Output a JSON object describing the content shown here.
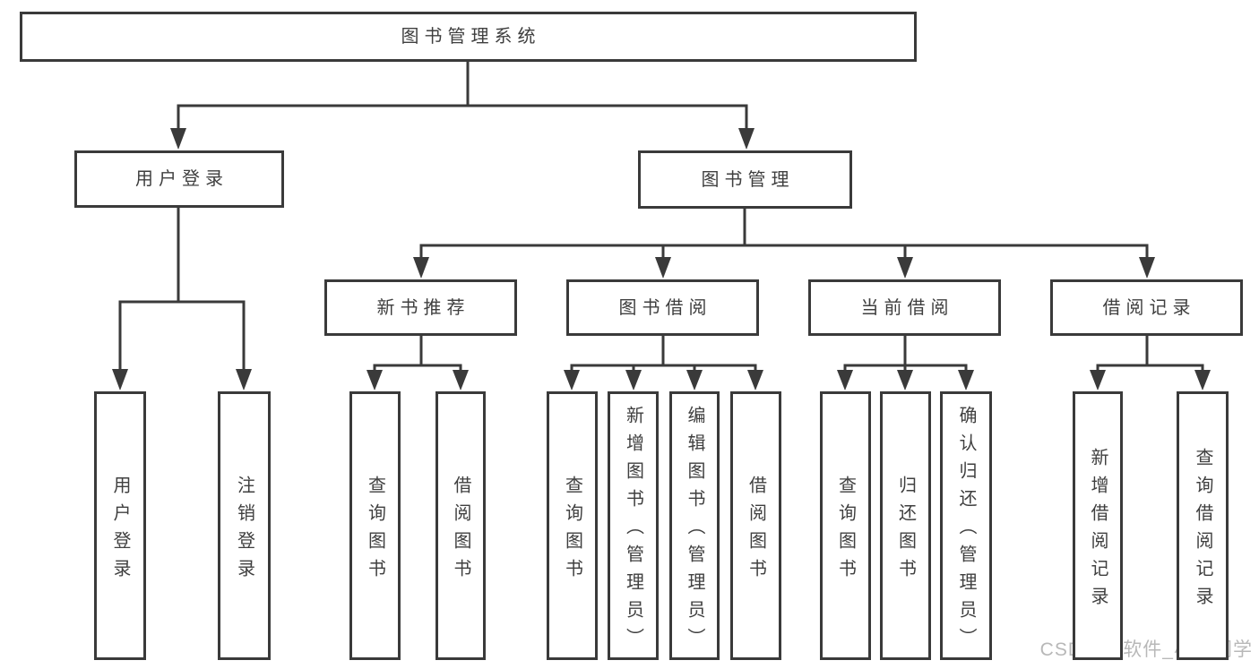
{
  "colors": {
    "line": "#3a3a3a",
    "text": "#3f3f3f",
    "background": "#ffffff",
    "watermark": "#b8b8b8"
  },
  "watermark": {
    "text": "CSDN @软件_小贺同学"
  },
  "diagram": {
    "tree": {
      "id": "root",
      "label": "图书管理系统",
      "children": [
        {
          "id": "user-login",
          "label": "用户登录",
          "children": [
            {
              "id": "user-login-leaf",
              "label": "用户登录"
            },
            {
              "id": "logout-leaf",
              "label": "注销登录"
            }
          ]
        },
        {
          "id": "book-management",
          "label": "图书管理",
          "children": [
            {
              "id": "new-book-recommend",
              "label": "新书推荐",
              "children": [
                {
                  "id": "nb-query-books",
                  "label": "查询图书"
                },
                {
                  "id": "nb-borrow-books",
                  "label": "借阅图书"
                }
              ]
            },
            {
              "id": "book-borrow",
              "label": "图书借阅",
              "children": [
                {
                  "id": "bb-query-books",
                  "label": "查询图书"
                },
                {
                  "id": "bb-add-books",
                  "label": "新增图书（管理员）"
                },
                {
                  "id": "bb-edit-books",
                  "label": "编辑图书（管理员）"
                },
                {
                  "id": "bb-borrow-books",
                  "label": "借阅图书"
                }
              ]
            },
            {
              "id": "current-borrow",
              "label": "当前借阅",
              "children": [
                {
                  "id": "cb-query-books",
                  "label": "查询图书"
                },
                {
                  "id": "cb-return-books",
                  "label": "归还图书"
                },
                {
                  "id": "cb-confirm-return",
                  "label": "确认归还（管理员）"
                }
              ]
            },
            {
              "id": "borrow-records",
              "label": "借阅记录",
              "children": [
                {
                  "id": "br-add-record",
                  "label": "新增借阅记录"
                },
                {
                  "id": "br-query-record",
                  "label": "查询借阅记录"
                }
              ]
            }
          ]
        }
      ]
    }
  }
}
